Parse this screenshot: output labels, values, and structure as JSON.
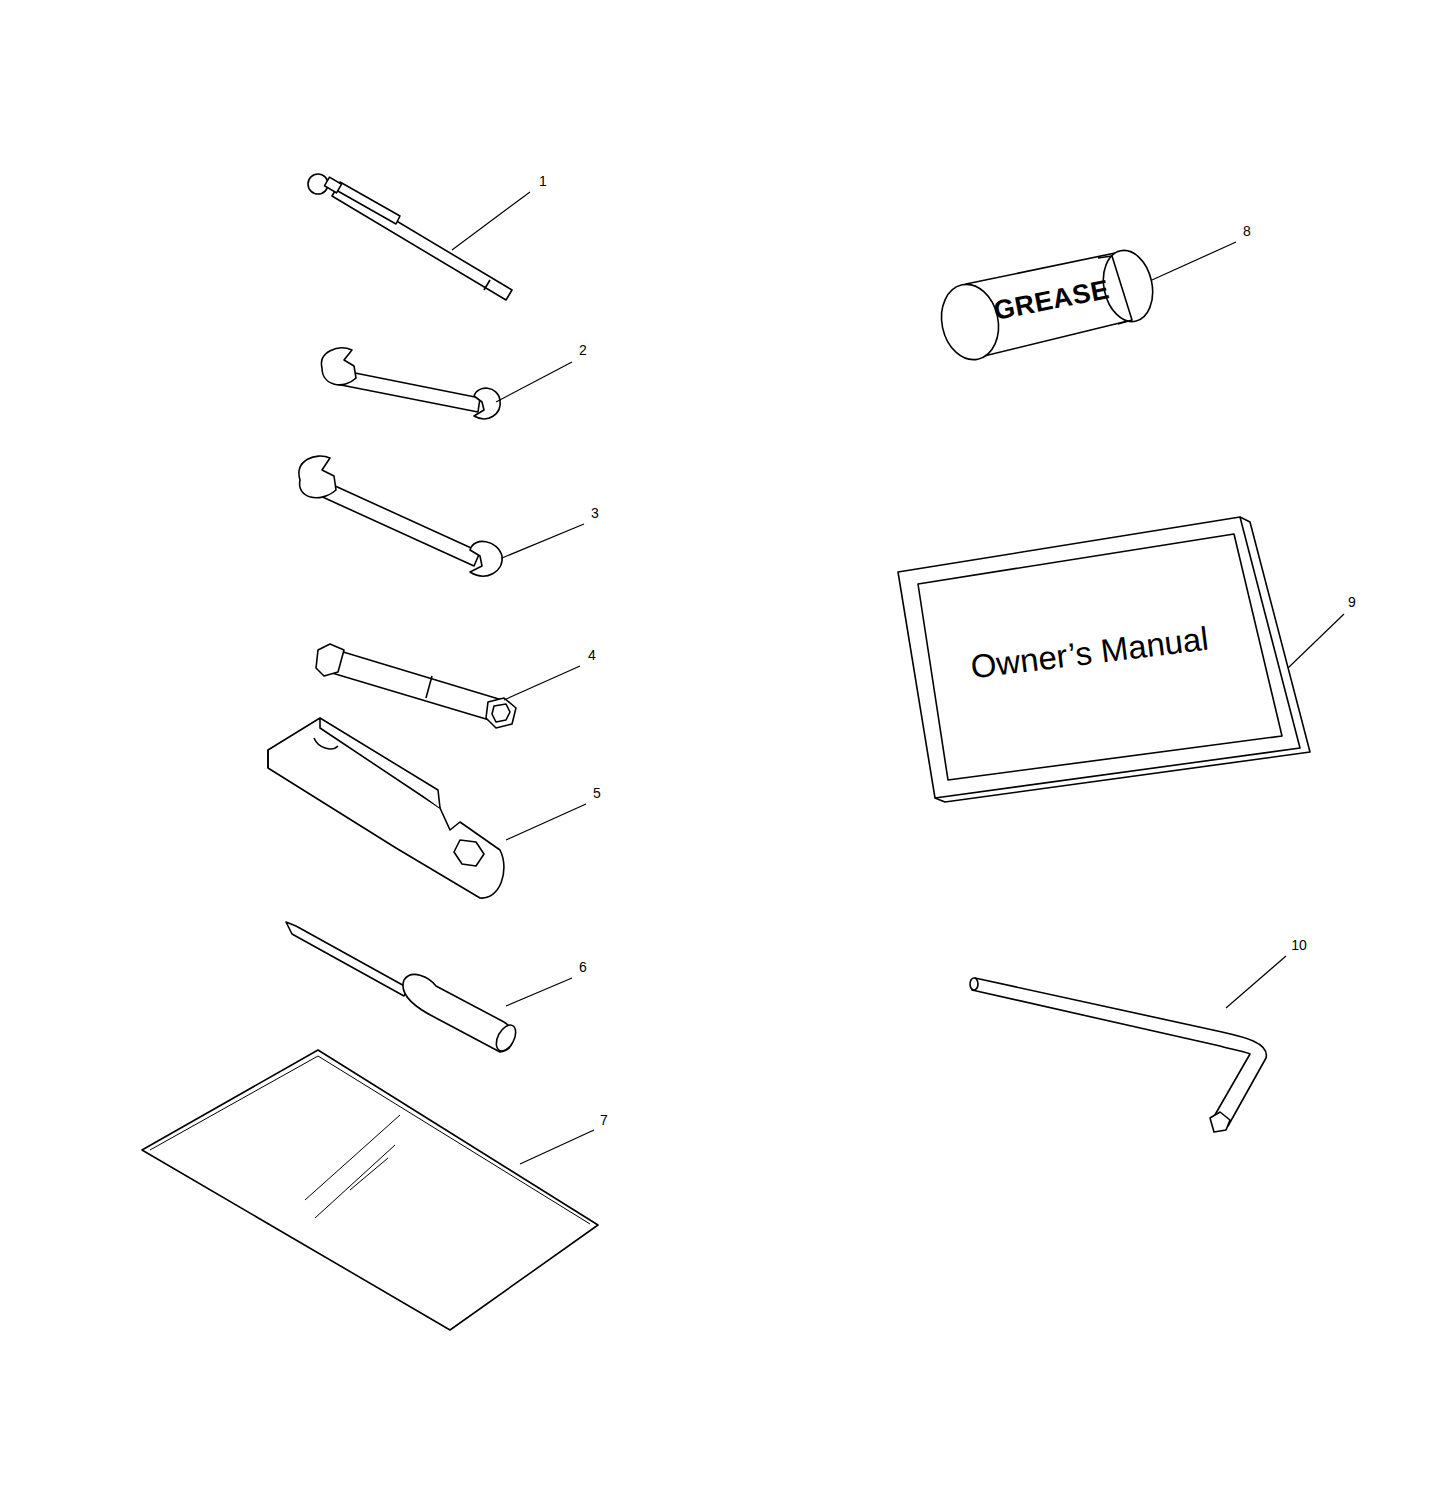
{
  "diagram": {
    "labels": [
      "1",
      "2",
      "3",
      "4",
      "5",
      "6",
      "7",
      "8",
      "9",
      "10",
      "GREASE",
      "Owner’s Manual"
    ]
  }
}
